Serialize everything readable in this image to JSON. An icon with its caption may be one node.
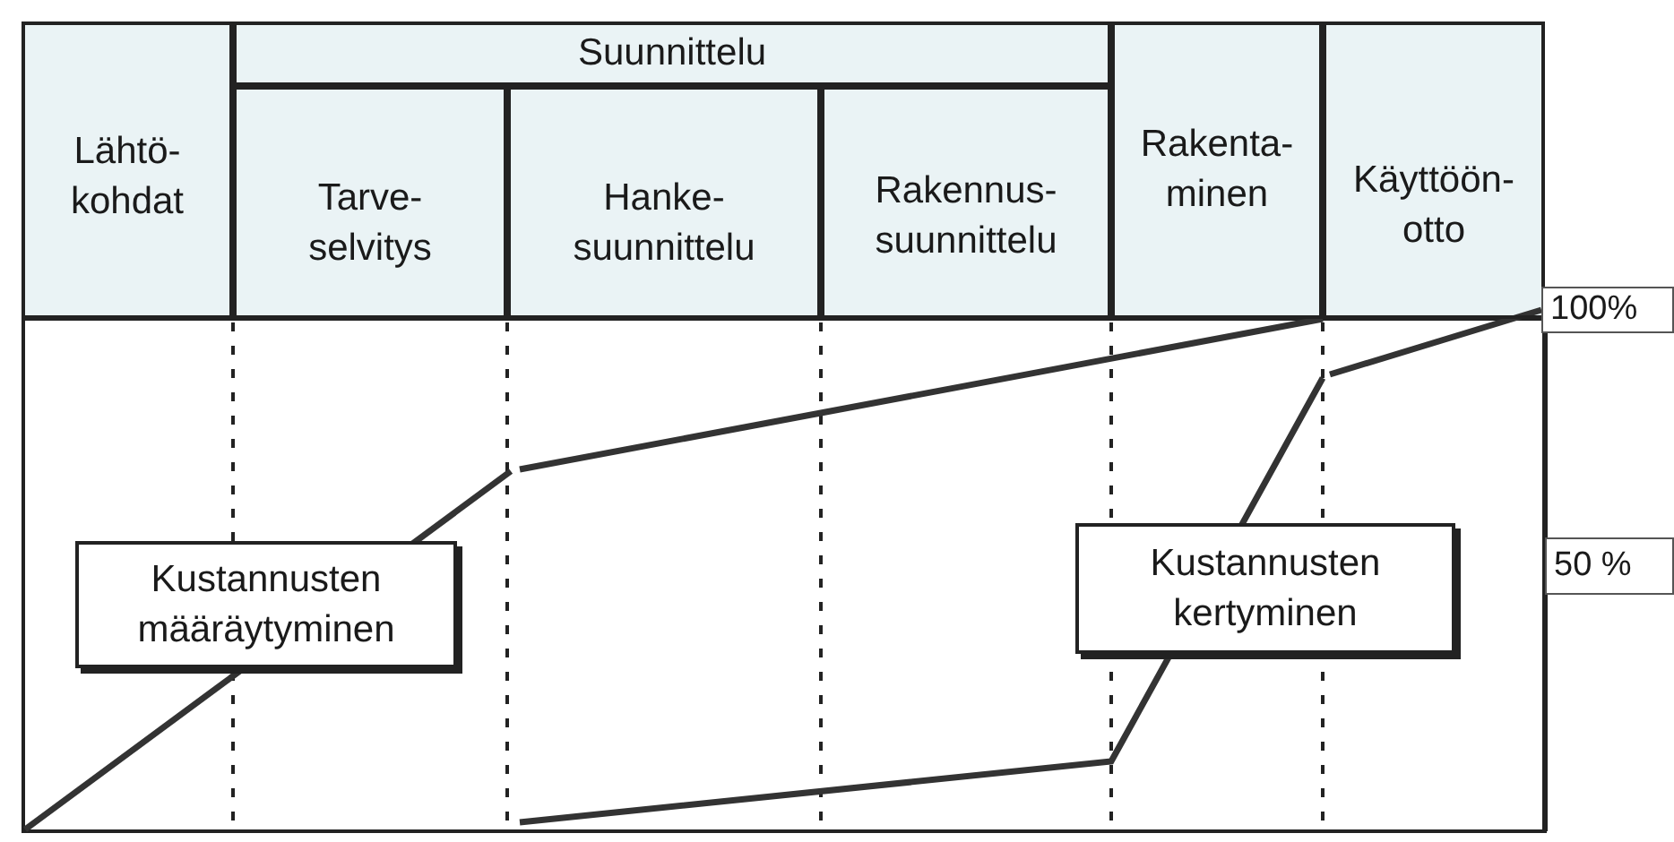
{
  "diagram": {
    "nodes": [
      {
        "text": [
          "Lähtö- kohdat"
        ]
      },
      {
        "text": [
          "Suunnittelu"
        ]
      },
      {
        "text": [
          "Tarve- selvitys"
        ]
      },
      {
        "text": [
          "Hanke- suunnittelu"
        ]
      },
      {
        "text": [
          "Rakennus- suunnittelu"
        ]
      },
      {
        "text": [
          "Rakenta- minen"
        ]
      },
      {
        "text": [
          "Käyttöön- otto"
        ]
      },
      {
        "text": [
          "Kustannusten määräytyminen"
        ]
      },
      {
        "text": [
          "Kustannusten kertyminen"
        ]
      }
    ],
    "labels": [
      "100%",
      "50 %"
    ]
  }
}
